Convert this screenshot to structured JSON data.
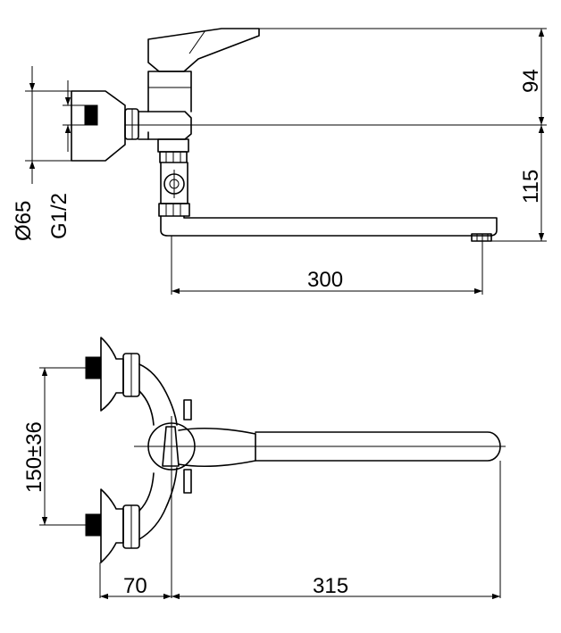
{
  "dimensions": {
    "diameter_label": "Ø65",
    "thread_label": "G1/2",
    "handle_height": "94",
    "spout_height": "115",
    "spout_reach_side": "300",
    "inlet_spacing": "150±36",
    "wall_offset": "70",
    "spout_reach_top": "315"
  }
}
